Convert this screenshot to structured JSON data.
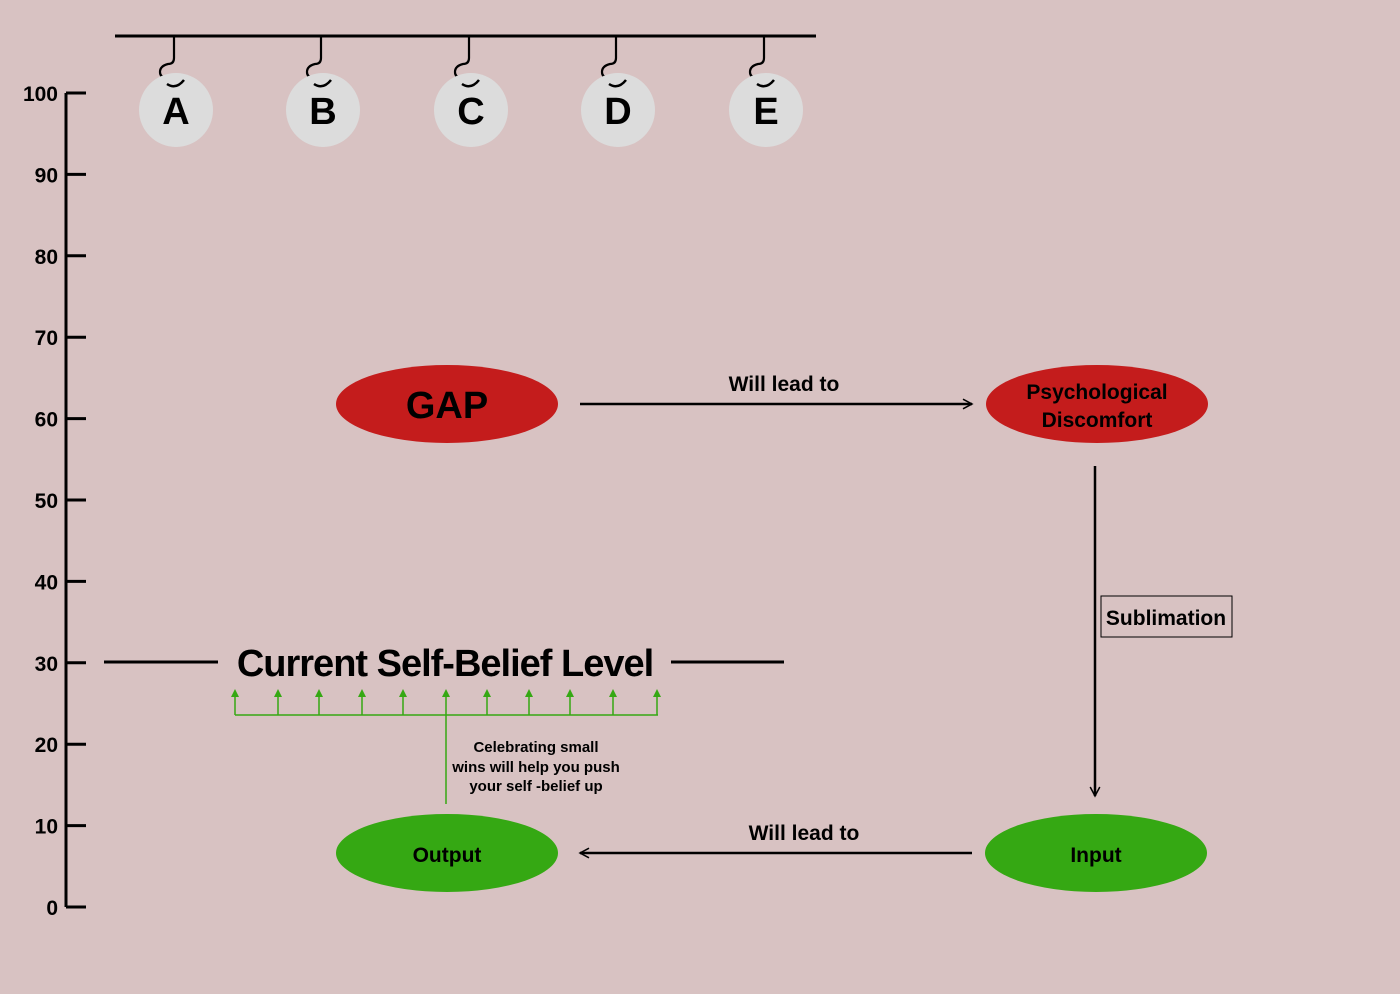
{
  "scale": {
    "ticks": [
      "100",
      "90",
      "80",
      "70",
      "60",
      "50",
      "40",
      "30",
      "20",
      "10",
      "0"
    ]
  },
  "bulbs": [
    {
      "letter": "A"
    },
    {
      "letter": "B"
    },
    {
      "letter": "C"
    },
    {
      "letter": "D"
    },
    {
      "letter": "E"
    }
  ],
  "nodes": {
    "gap": {
      "label": "GAP",
      "color": "#c41c1c"
    },
    "discomfort": {
      "line1": "Psychological",
      "line2": "Discomfort",
      "color": "#c41c1c"
    },
    "input": {
      "label": "Input",
      "color": "#35a813"
    },
    "output": {
      "label": "Output",
      "color": "#35a813"
    }
  },
  "edges": {
    "gap_to_discomfort": "Will lead to",
    "discomfort_to_input": "Sublimation",
    "input_to_output": "Will lead to"
  },
  "level": {
    "label": "Current Self-Belief Level",
    "note_line1": "Celebrating small",
    "note_line2": "wins will help you push",
    "note_line3": "your self -belief up",
    "accent": "#35a813"
  },
  "colors": {
    "background": "#d8c2c2",
    "bulb": "#dcdcdc",
    "ink": "#000000"
  }
}
